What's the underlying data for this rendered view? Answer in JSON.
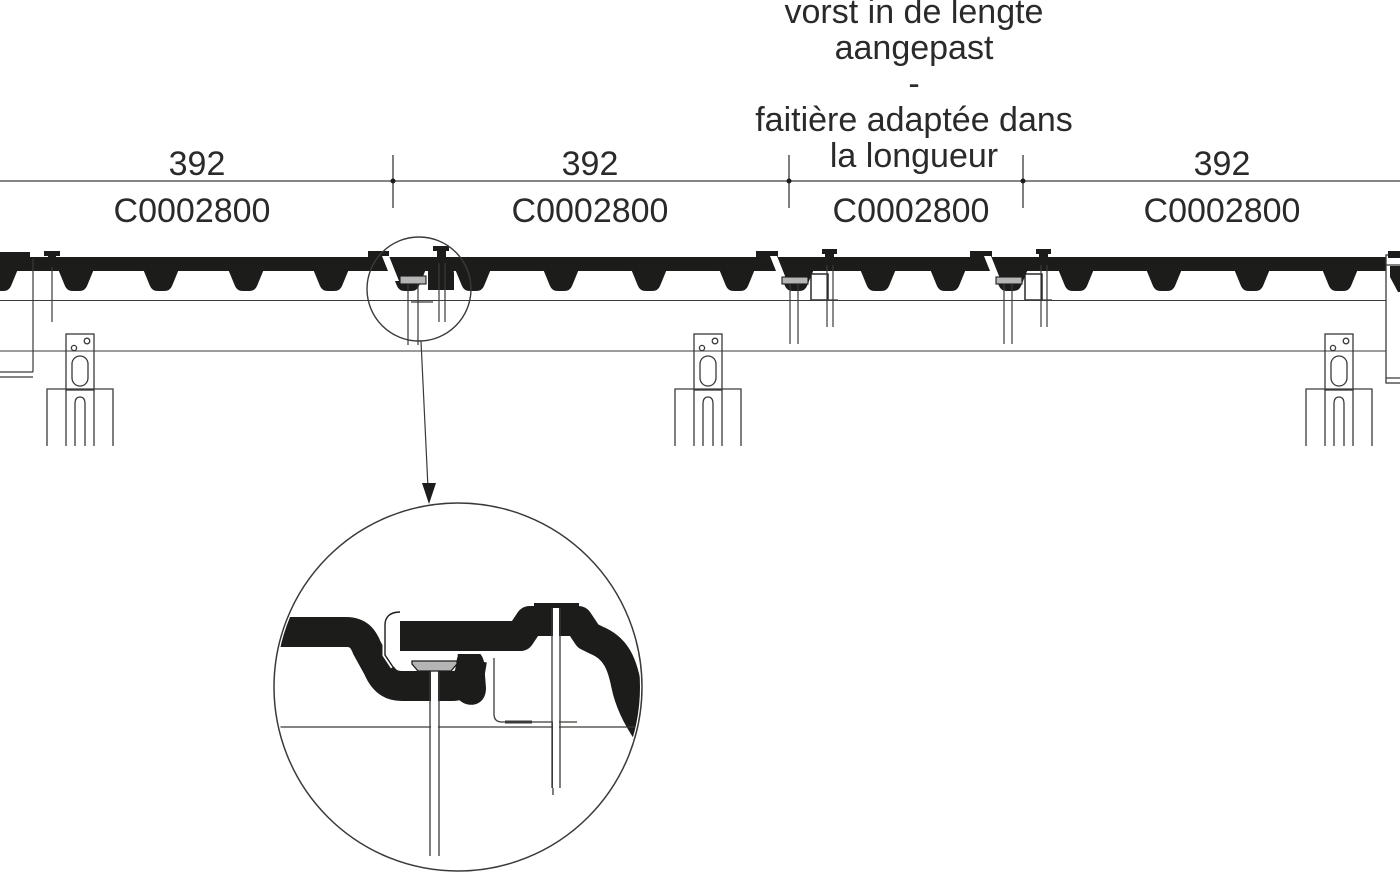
{
  "annotation": {
    "nl_line1": "vorst in de lengte",
    "nl_line2": "aangepast",
    "separator": "-",
    "fr_line1": "faitière adaptée dans",
    "fr_line2": "la longueur"
  },
  "dimensions": {
    "segments": [
      {
        "length": "392",
        "article_code": "C0002800"
      },
      {
        "length": "392",
        "article_code": "C0002800"
      },
      {
        "length": "",
        "article_code": "C0002800"
      },
      {
        "length": "392",
        "article_code": "C0002800"
      }
    ]
  },
  "colors": {
    "ink": "#1c1c1a",
    "thin_line": "#3a3a38",
    "washer_gray": "#b5b5b5",
    "background": "#ffffff"
  }
}
